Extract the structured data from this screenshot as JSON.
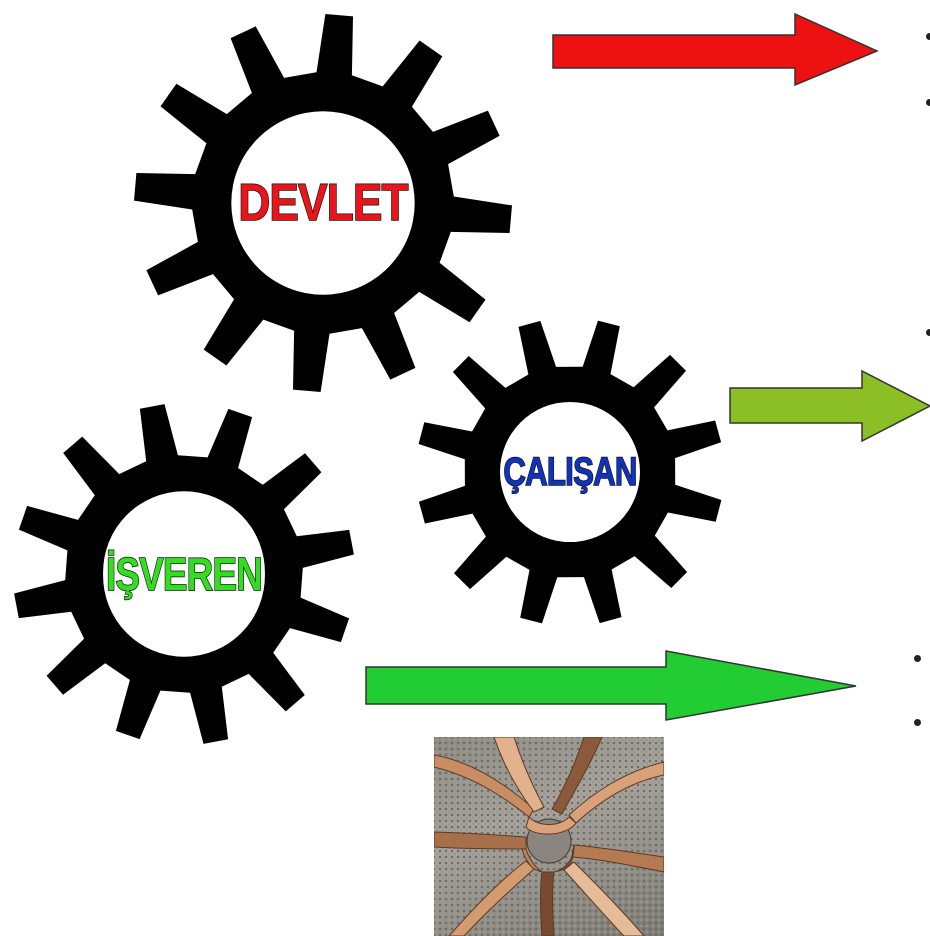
{
  "gears": [
    {
      "id": "devlet",
      "label": "DEVLET",
      "label_color": "#e8161a",
      "gear_color": "#000000"
    },
    {
      "id": "calisan",
      "label": "ÇALIŞAN",
      "label_color": "#1133bb",
      "gear_color": "#000000"
    },
    {
      "id": "isveren",
      "label": "İŞVEREN",
      "label_color": "#33dd22",
      "gear_color": "#000000"
    }
  ],
  "arrows": [
    {
      "id": "red",
      "color": "#ee1111"
    },
    {
      "id": "olive",
      "color": "#8cbf26"
    },
    {
      "id": "green",
      "color": "#22cc33"
    }
  ],
  "photo": {
    "description_icon": "linked-hands-photo"
  }
}
